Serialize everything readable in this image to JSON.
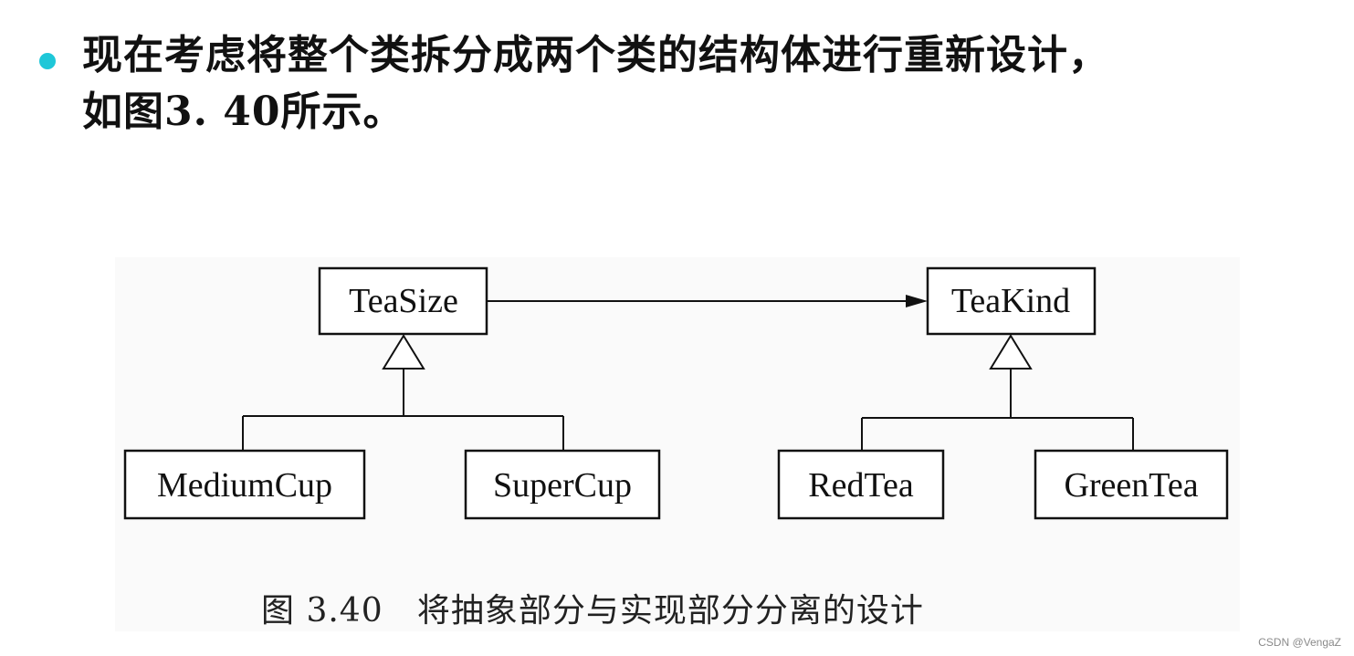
{
  "slide": {
    "bullet_line1": "现在考虑将整个类拆分成两个类的结构体进行重新设计，",
    "bullet_line2": "如图3. 40所示。",
    "bullet_color": "#1ec7d8"
  },
  "diagram": {
    "classes": {
      "tea_size": "TeaSize",
      "tea_kind": "TeaKind",
      "medium_cup": "MediumCup",
      "super_cup": "SuperCup",
      "red_tea": "RedTea",
      "green_tea": "GreenTea"
    },
    "caption": "图 3.40   将抽象部分与实现部分分离的设计"
  },
  "watermark": "CSDN @VengaZ"
}
